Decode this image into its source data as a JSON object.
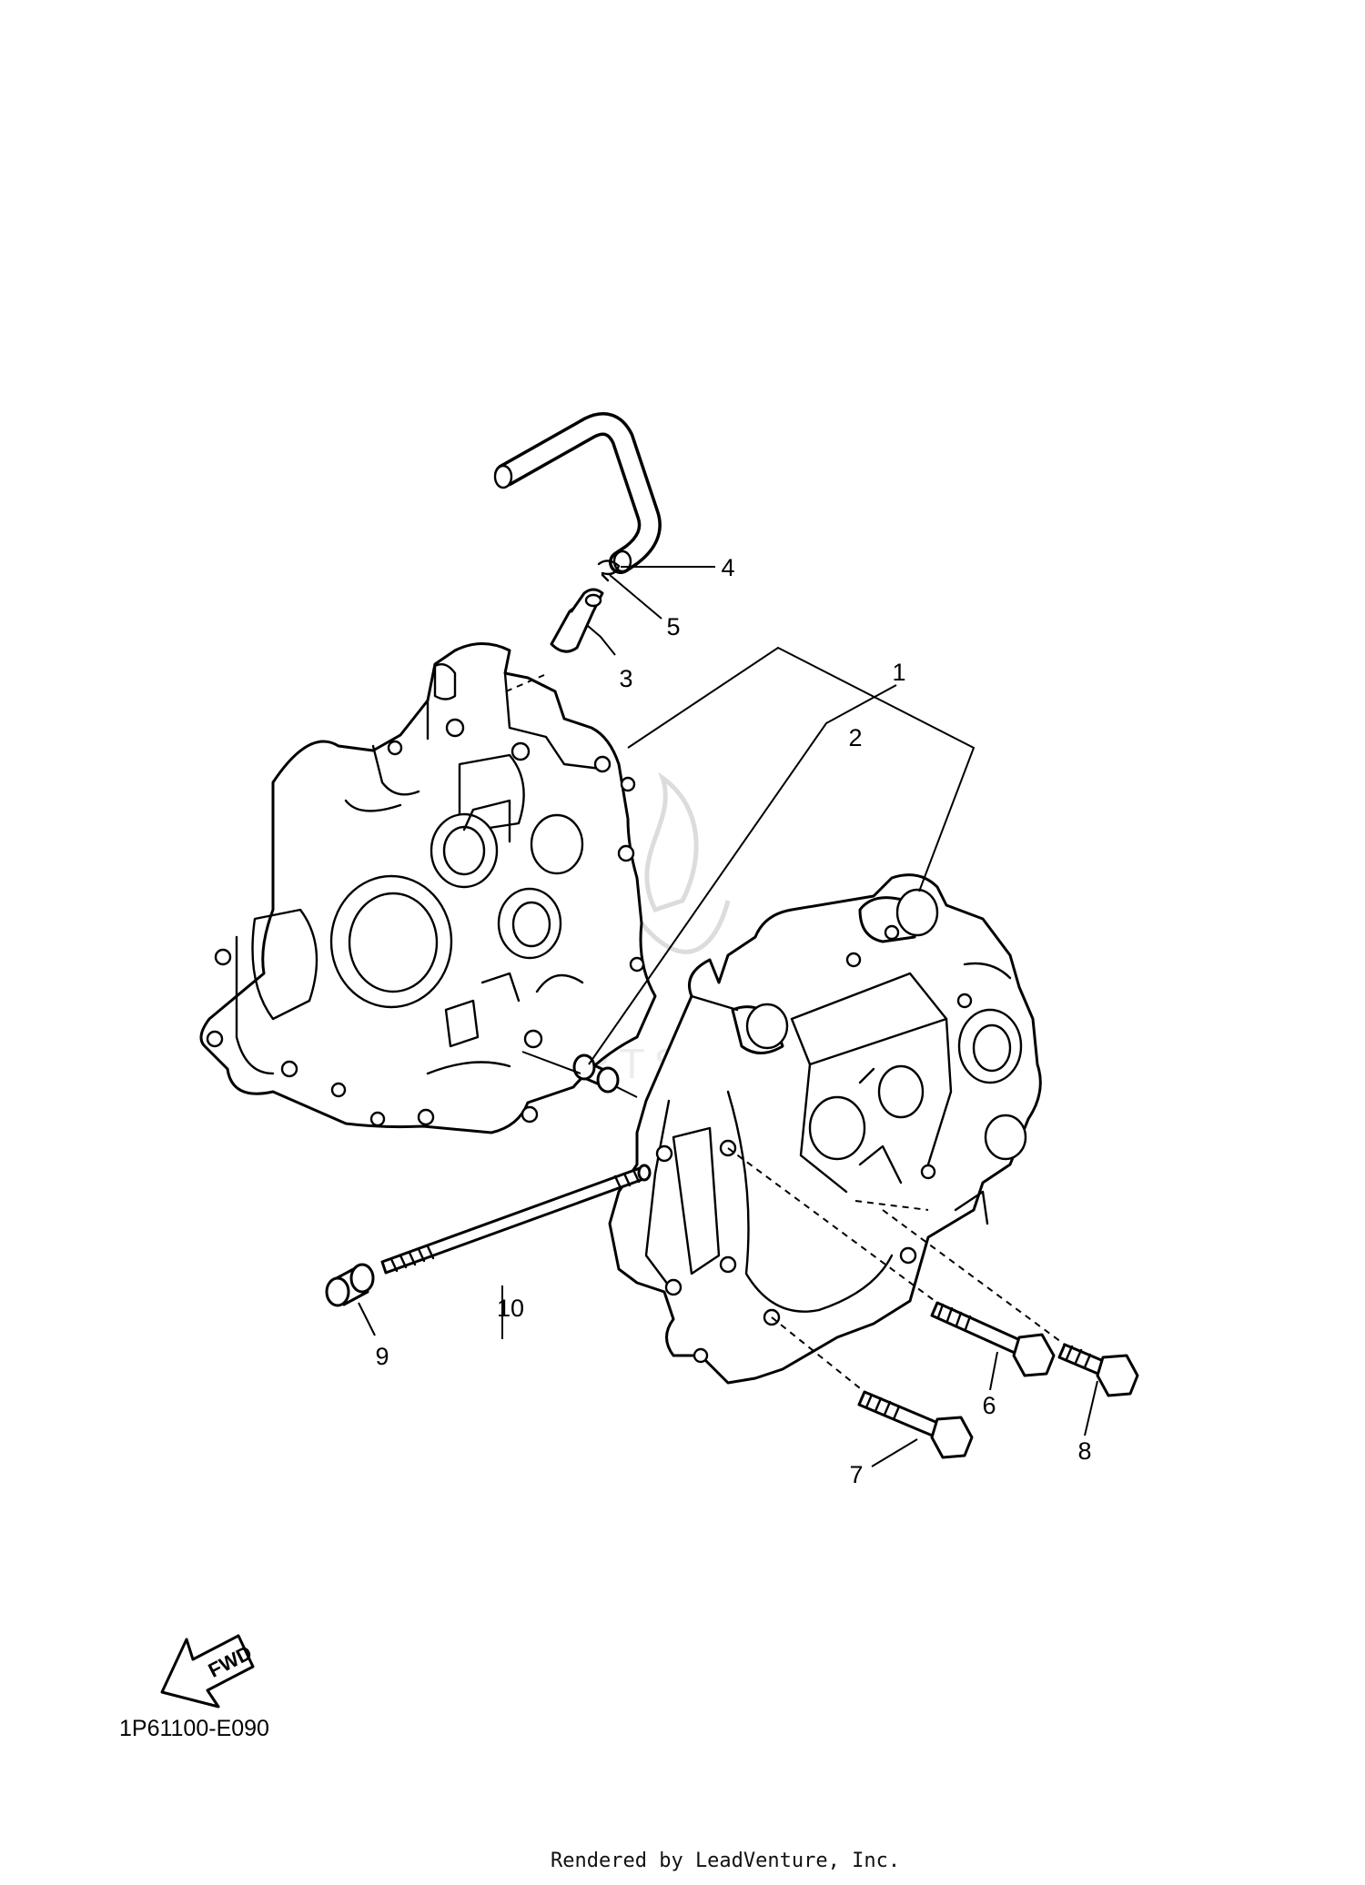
{
  "callouts": [
    "1",
    "2",
    "3",
    "4",
    "5",
    "6",
    "7",
    "8",
    "9",
    "10"
  ],
  "fwd_label": "FWD",
  "diagram_code": "1P61100-E090",
  "credit": "Rendered by LeadVenture, Inc.",
  "watermark_text": "PARTS"
}
